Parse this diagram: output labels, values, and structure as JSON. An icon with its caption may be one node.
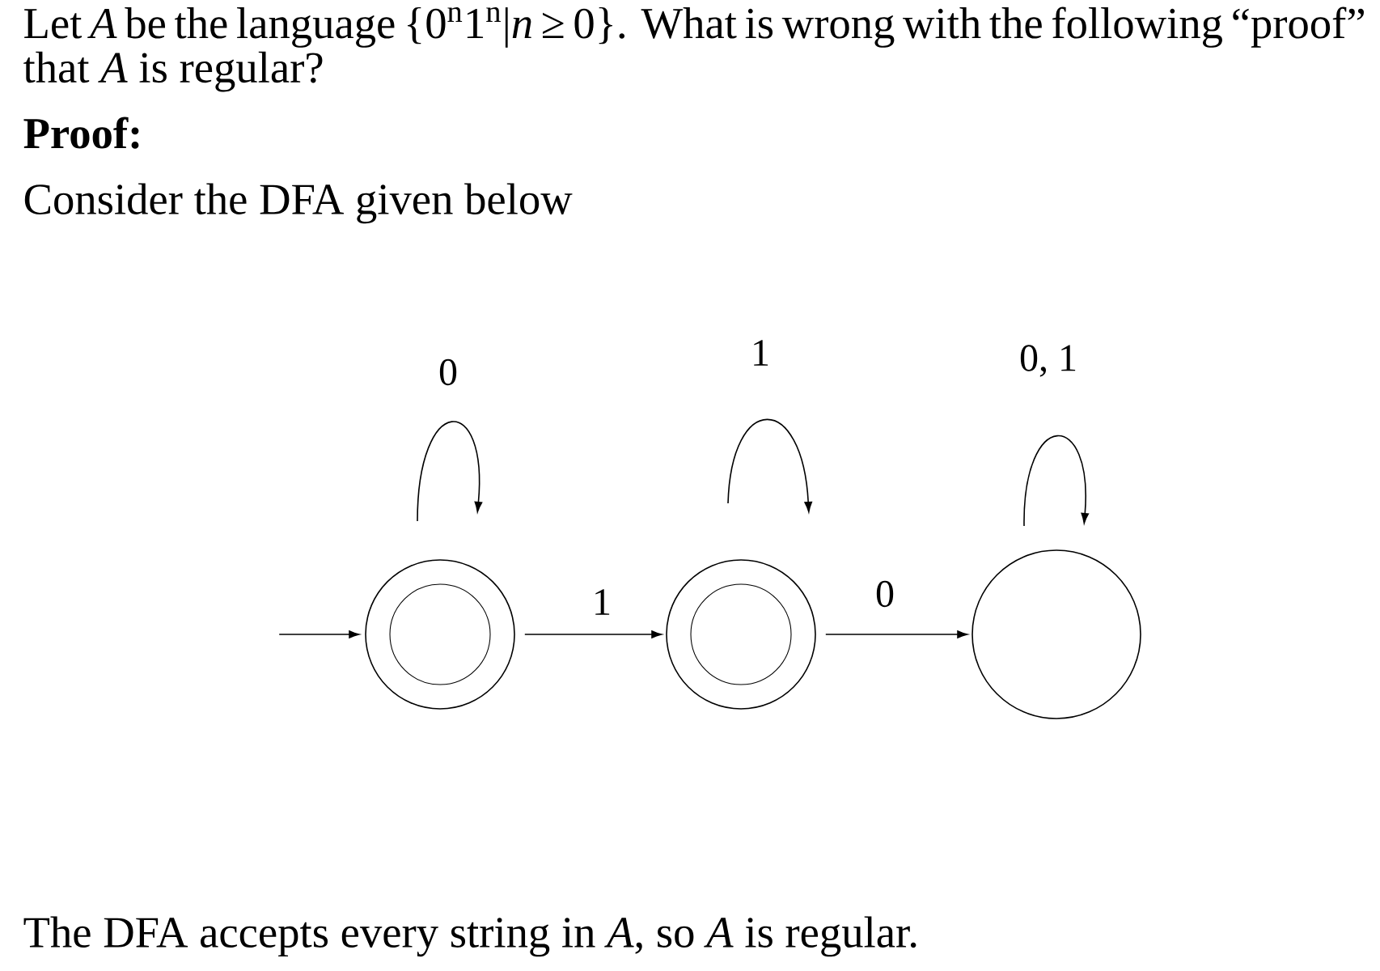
{
  "diagram": {
    "nodes": [
      {
        "text": [],
        "shape": "double-circle"
      },
      {
        "text": [],
        "shape": "double-circle"
      },
      {
        "text": [],
        "shape": "circle"
      }
    ],
    "edges": [
      {
        "from": null,
        "to": 0,
        "arrow": "to"
      },
      {
        "from": 0,
        "to": 0,
        "label": "0",
        "arrow": "to"
      },
      {
        "from": 0,
        "to": 1,
        "label": "1",
        "arrow": "to"
      },
      {
        "from": 1,
        "to": 1,
        "label": "1",
        "arrow": "to"
      },
      {
        "from": 1,
        "to": 2,
        "label": "0",
        "arrow": "to"
      },
      {
        "from": 2,
        "to": 2,
        "label": "0, 1",
        "arrow": "to"
      }
    ],
    "labels": [
      "Let *A* be the language {0$^{n}$1$^{n}$|*n* ≥ 0}. What is wrong with the following “proof” that *A* is regular?",
      "Proof:",
      "Consider the DFA given below",
      "The DFA accepts every string in *A*, so *A* is regular."
    ]
  }
}
